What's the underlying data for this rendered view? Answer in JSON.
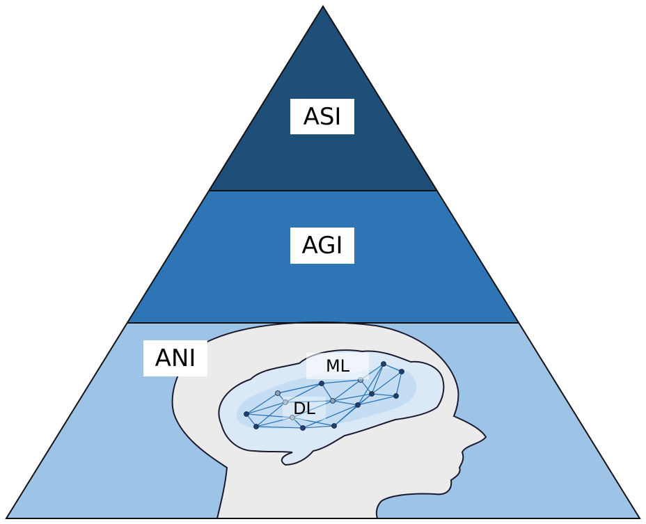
{
  "pyramid": {
    "tiers": [
      {
        "key": "top",
        "label": "ASI",
        "fill": "#1f4e79"
      },
      {
        "key": "middle",
        "label": "AGI",
        "fill": "#2e75b6"
      },
      {
        "key": "bottom",
        "label": "ANI",
        "fill": "#9dc3e6"
      }
    ]
  },
  "brain": {
    "ml_label": "ML",
    "dl_label": "DL",
    "head_fill": "#ebebeb",
    "brain_fill": "#c5ddf2",
    "network_color": "#2e75b6",
    "node_color": "#1f3f6e"
  }
}
